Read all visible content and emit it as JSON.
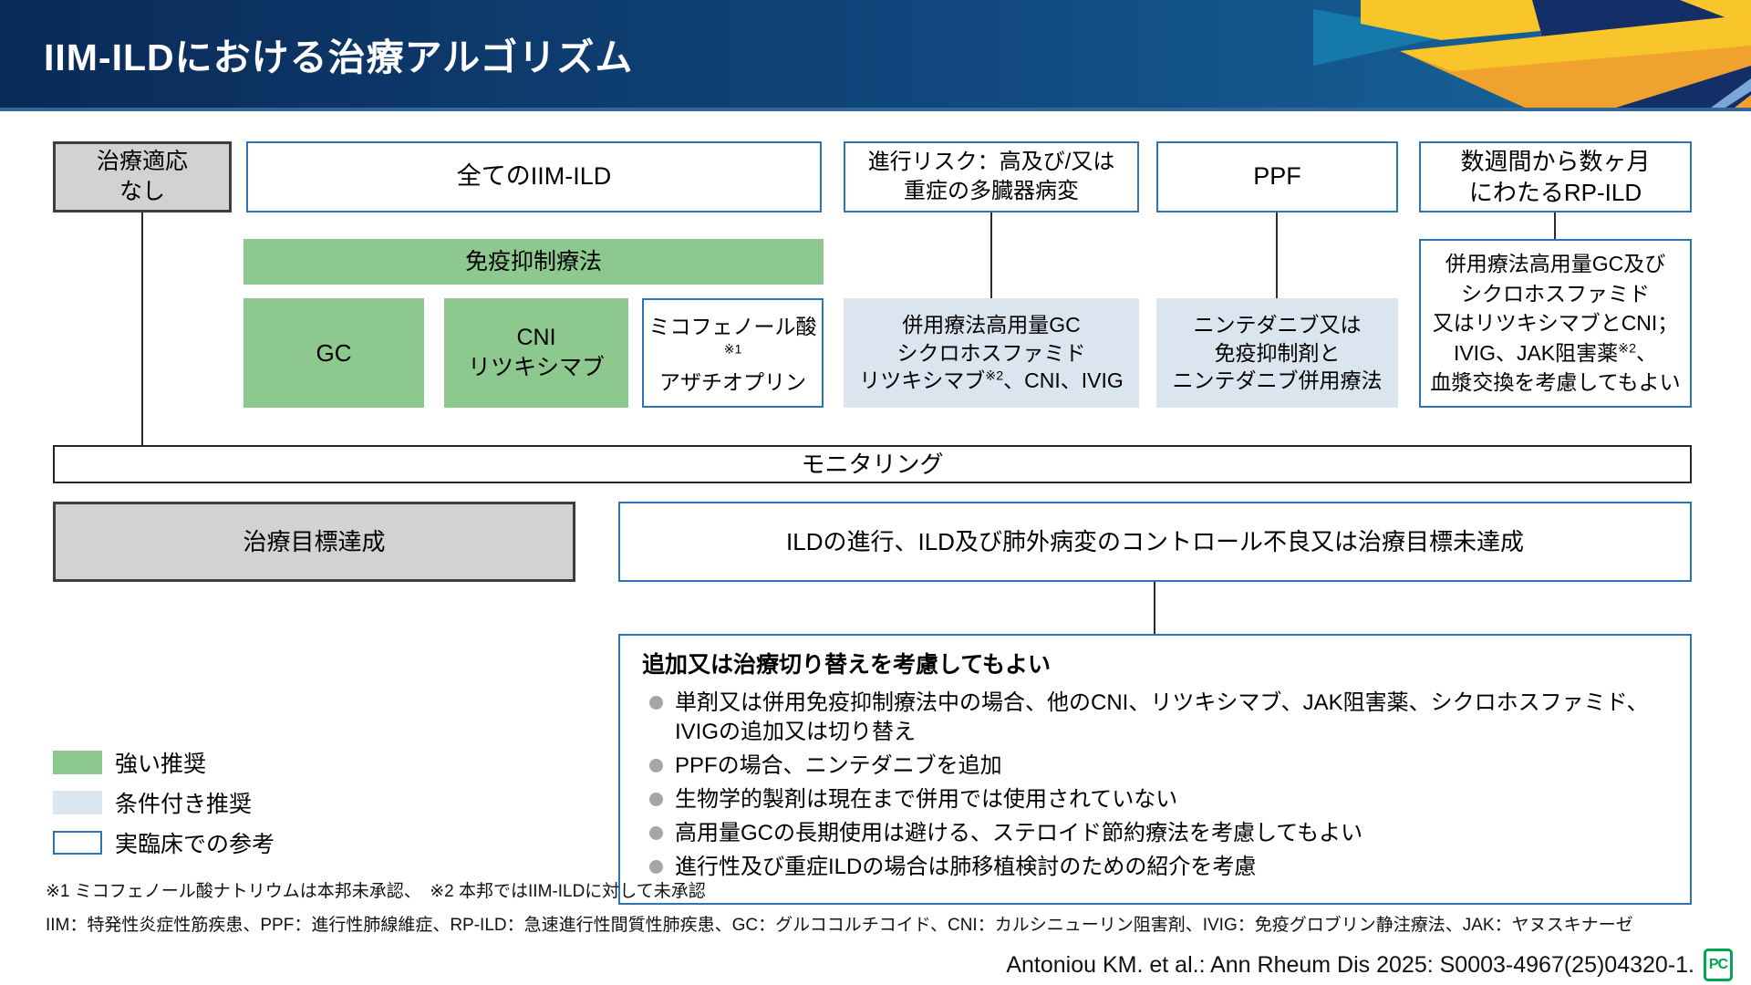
{
  "header": {
    "title": "IIM-ILDにおける治療アルゴリズム"
  },
  "flow": {
    "no_indication": {
      "line1": "治療適応",
      "line2": "なし"
    },
    "all_iim_ild": {
      "label": "全てのIIM-ILD"
    },
    "progression_risk": {
      "line1": "進行リスク：高及び/又は",
      "line2": "重症の多臓器病変"
    },
    "ppf": {
      "label": "PPF"
    },
    "rp_ild": {
      "line1": "数週間から数ヶ月",
      "line2": "にわたるRP-ILD"
    },
    "immunosuppression": {
      "label": "免疫抑制療法"
    },
    "gc": {
      "label": "GC"
    },
    "cni_rituximab": {
      "line1": "CNI",
      "line2": "リツキシマブ"
    },
    "mycophenolate": {
      "line1": "ミコフェノール酸",
      "line1_sup": "※1",
      "line2": "アザチオプリン"
    },
    "combo_high_gc": {
      "line1": "併用療法高用量GC",
      "line2": "シクロホスファミド",
      "line3": "リツキシマブ",
      "line3_sup": "※2",
      "line3_tail": "、CNI、IVIG"
    },
    "nintedanib_combo": {
      "line1": "ニンテダニブ又は",
      "line2": "免疫抑制剤と",
      "line3": "ニンテダニブ併用療法"
    },
    "rp_ild_combo": {
      "line1": "併用療法高用量GC及び",
      "line2": "シクロホスファミド",
      "line3": "又はリツキシマブとCNI；",
      "line4": "IVIG、JAK阻害薬",
      "line4_sup": "※2",
      "line4_tail": "、",
      "line5": "血漿交換を考慮してもよい"
    },
    "monitoring": {
      "label": "モニタリング"
    },
    "goal_achieved": {
      "label": "治療目標達成"
    },
    "goal_not_achieved": {
      "label": "ILDの進行、ILD及び肺外病変のコントロール不良又は治療目標未達成"
    },
    "consider": {
      "title": "追加又は治療切り替えを考慮してもよい",
      "bullets": [
        "単剤又は併用免疫抑制療法中の場合、他のCNI、リツキシマブ、JAK阻害薬、シクロホスファミド、IVIGの追加又は切り替え",
        "PPFの場合、ニンテダニブを追加",
        "生物学的製剤は現在まで併用では使用されていない",
        "高用量GCの長期使用は避ける、ステロイド節約療法を考慮してもよい",
        "進行性及び重症ILDの場合は肺移植検討のための紹介を考慮"
      ]
    }
  },
  "legend": {
    "items": [
      {
        "label": "強い推奨",
        "type": "green"
      },
      {
        "label": "条件付き推奨",
        "type": "light-blue"
      },
      {
        "label": "実臨床での参考",
        "type": "outline"
      }
    ]
  },
  "footnotes": {
    "note1": "※1 ミコフェノール酸ナトリウムは本邦未承認、　※2 本邦ではIIM-ILDに対して未承認",
    "note2": "IIM：特発性炎症性筋疾患、PPF：進行性肺線維症、RP-ILD：急速進行性間質性肺疾患、GC：グルココルチコイド、CNI：カルシニューリン阻害剤、IVIG：免疫グロブリン静注療法、JAK：ヤヌスキナーゼ"
  },
  "citation": {
    "text": "Antoniou KM. et al.: Ann Rheum Dis 2025: S0003-4967(25)04320-1.",
    "logo_label": "PC"
  },
  "colors": {
    "strong_recommendation_green": "#8dc88e",
    "conditional_recommendation_blue": "#dbe5ef",
    "clinical_reference_outline": "#2e74b5"
  }
}
